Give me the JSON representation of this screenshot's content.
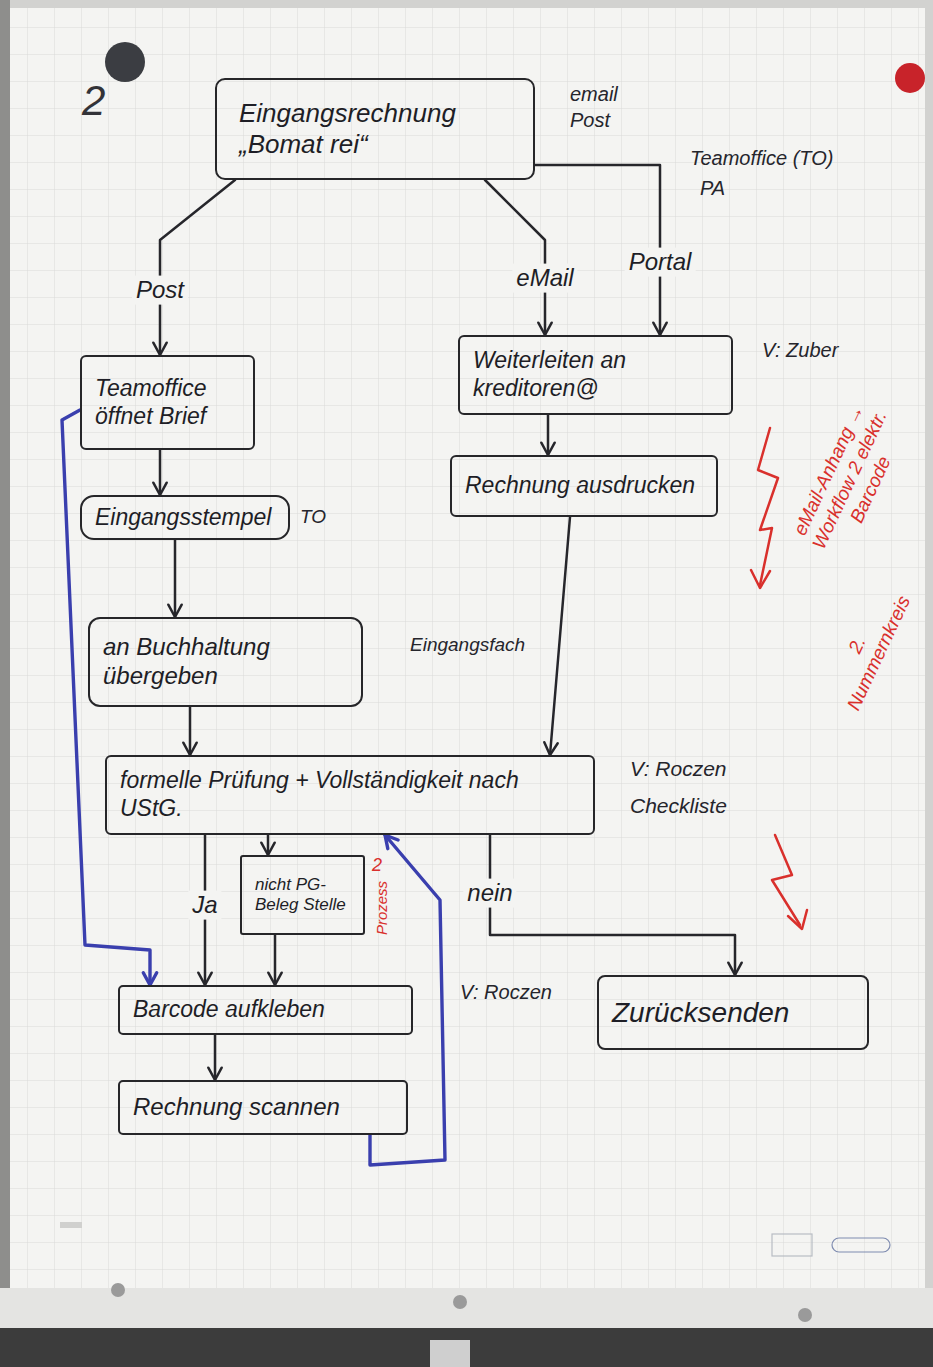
{
  "diagram": {
    "nodes": [
      {
        "text": [
          "Eingangsrechnung „Bomat rei“"
        ]
      },
      {
        "text": [
          "Teamoffice öffnet Brief"
        ]
      },
      {
        "text": [
          "Weiterleiten an kreditoren@"
        ]
      },
      {
        "text": [
          "Rechnung ausdrucken"
        ]
      },
      {
        "text": [
          "Eingangsstempel"
        ]
      },
      {
        "text": [
          "an Buchhaltung übergeben"
        ]
      },
      {
        "text": [
          "formelle Prüfung + Vollständigkeit nach UStG."
        ]
      },
      {
        "text": [
          "nicht PG-Beleg Stelle"
        ]
      },
      {
        "text": [
          "Barcode aufkleben"
        ]
      },
      {
        "text": [
          "Zurücksenden"
        ]
      },
      {
        "text": [
          "Rechnung scannen"
        ]
      }
    ],
    "edges": [
      {
        "from": 0,
        "to": 1,
        "label": "Post",
        "arrow": "to"
      },
      {
        "from": 0,
        "to": 2,
        "label": "eMail",
        "arrow": "to"
      },
      {
        "from": 0,
        "to": 2,
        "label": "Portal",
        "arrow": "to"
      },
      {
        "from": 1,
        "to": 4,
        "arrow": "to"
      },
      {
        "from": 4,
        "to": 5,
        "arrow": "to"
      },
      {
        "from": 5,
        "to": 6,
        "arrow": "to"
      },
      {
        "from": 2,
        "to": 3,
        "arrow": "to"
      },
      {
        "from": 3,
        "to": 6,
        "arrow": "to"
      },
      {
        "from": 6,
        "to": 8,
        "label": "Ja",
        "arrow": "to"
      },
      {
        "from": 6,
        "to": 7,
        "arrow": "to"
      },
      {
        "from": 7,
        "to": 8,
        "arrow": "to"
      },
      {
        "from": 6,
        "to": 9,
        "label": "nein",
        "arrow": "to"
      },
      {
        "from": 8,
        "to": 10,
        "arrow": "to"
      },
      {
        "from": 1,
        "to": 8,
        "arrow": "to"
      },
      {
        "from": 10,
        "to": 6,
        "arrow": "to"
      }
    ],
    "labels": [
      "2",
      "email",
      "Post",
      "Teamoffice (TO)",
      "PA",
      "V: Zuber",
      "eMail-Anhang → Workflow 2 elektr. Barcode",
      "2. Nummernkreis",
      "TO",
      "Eingangsfach",
      "V: Roczen",
      "Checkliste",
      "2",
      "Prozess",
      "V: Roczen"
    ]
  }
}
